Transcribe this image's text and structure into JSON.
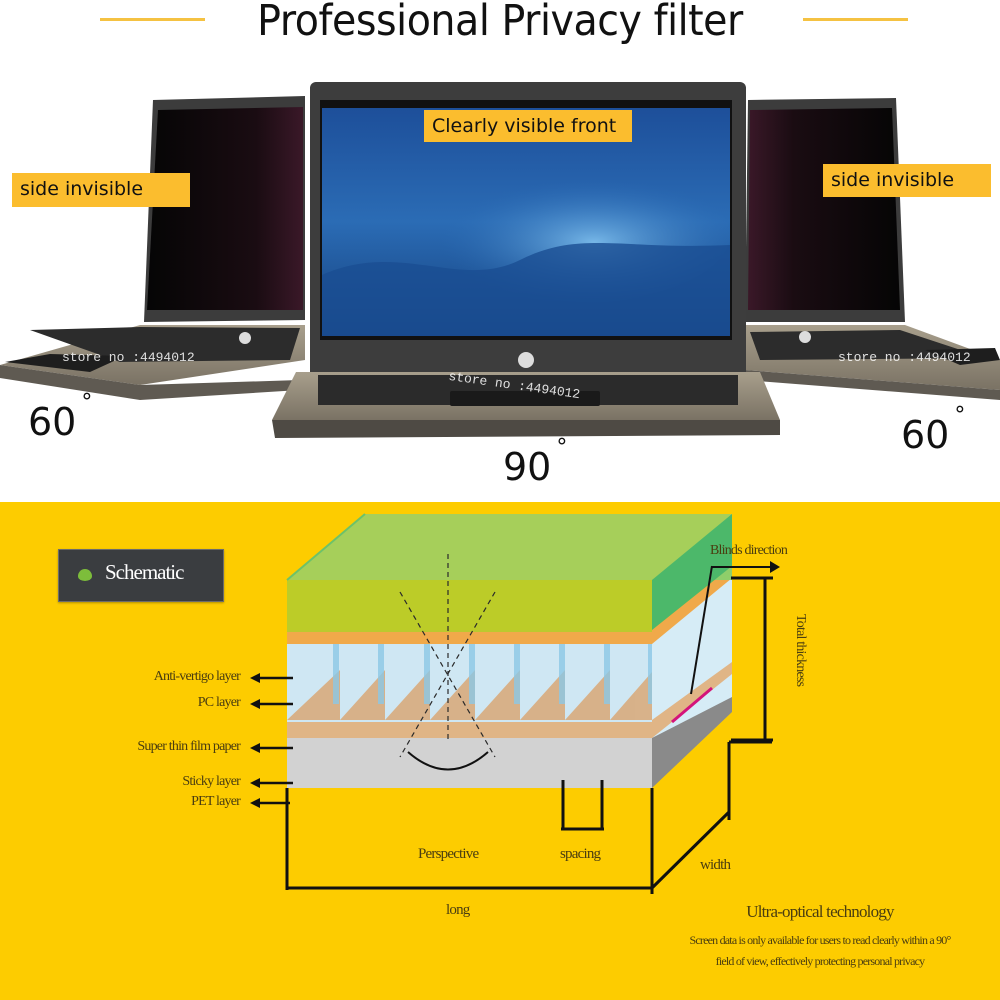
{
  "header": {
    "title": "Professional Privacy filter",
    "accent_color": "#f5c242"
  },
  "photo": {
    "front_label": "Clearly visible front",
    "side_left_label": "side invisible",
    "side_right_label": "side invisible",
    "angle_left": "60",
    "angle_center": "90",
    "angle_right": "60",
    "degree_symbol": "°",
    "watermark": "store no :4494012",
    "label_color": "#fbbd2e"
  },
  "schematic": {
    "badge_label": "Schematic",
    "background_color": "#fdcc00",
    "layers": [
      {
        "label": "Anti-vertigo layer"
      },
      {
        "label": "PC layer"
      },
      {
        "label": "Super thin film paper"
      },
      {
        "label": "Sticky layer"
      },
      {
        "label": "PET layer"
      }
    ],
    "annotations": {
      "blinds_direction": "Blinds direction",
      "total_thickness": "Total thickness",
      "perspective": "Perspective",
      "spacing": "spacing",
      "width": "width",
      "long": "long"
    },
    "caption": {
      "title": "Ultra-optical technology",
      "line1": "Screen data is only available for users to read clearly within a 90°",
      "line2": "field of view, effectively protecting personal privacy"
    }
  }
}
